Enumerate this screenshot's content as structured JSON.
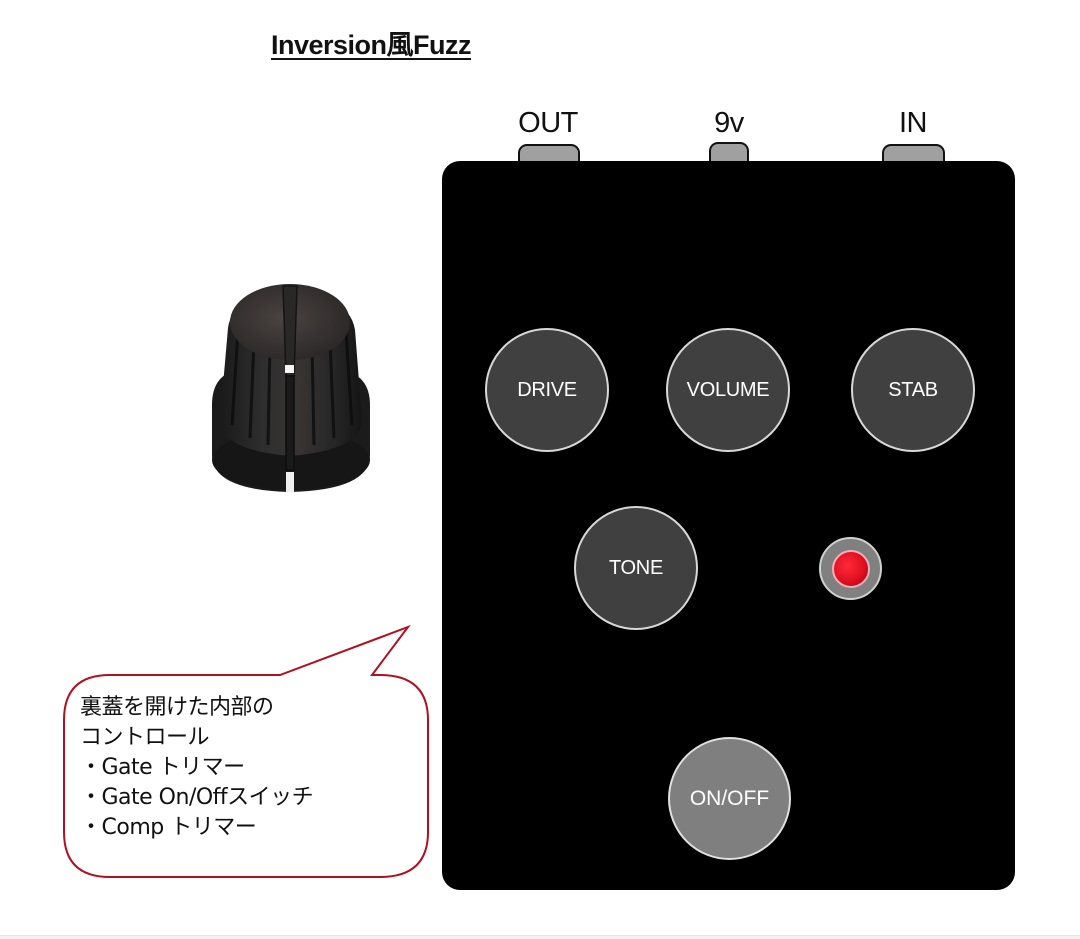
{
  "title": "Inversion風Fuzz",
  "jacks": {
    "out_label": "OUT",
    "power_label": "9v",
    "in_label": "IN"
  },
  "knobs": {
    "drive": "DRIVE",
    "volume": "VOLUME",
    "stab": "STAB",
    "tone": "TONE"
  },
  "footswitch": {
    "label": "ON/OFF"
  },
  "led": {
    "color": "#e01020",
    "ring_color": "#808080"
  },
  "colors": {
    "pedal_body": "#000000",
    "knob_fill": "#404040",
    "footswitch_fill": "#7f7f7f",
    "callout_border": "#b01020",
    "jack_fill": "#a0a0a0"
  },
  "callout": {
    "lines": [
      "裏蓋を開けた内部の",
      "コントロール",
      "・Gate トリマー",
      "・Gate On/Offスイッチ",
      "・Comp トリマー"
    ]
  },
  "photo": {
    "description": "black-knob-photo"
  }
}
